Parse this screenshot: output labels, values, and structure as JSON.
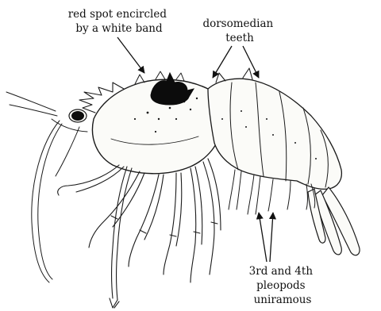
{
  "labels": {
    "red_spot": [
      "red spot encircled",
      "by a white band"
    ],
    "dorsomedian": [
      "dorsomedian",
      "teeth"
    ],
    "pleopods": [
      "3rd and 4th",
      "pleopods",
      "uniramous"
    ]
  },
  "colors": {
    "ink": "#1a1a1a",
    "spot": "#0c0c0c",
    "paper": "#ffffff"
  }
}
